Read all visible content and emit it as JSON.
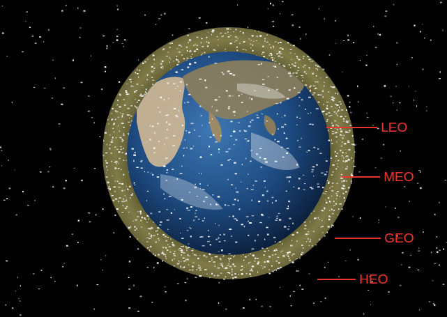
{
  "diagram": {
    "labels": [
      "LEO",
      "MEO",
      "GEO",
      "HEO"
    ]
  }
}
